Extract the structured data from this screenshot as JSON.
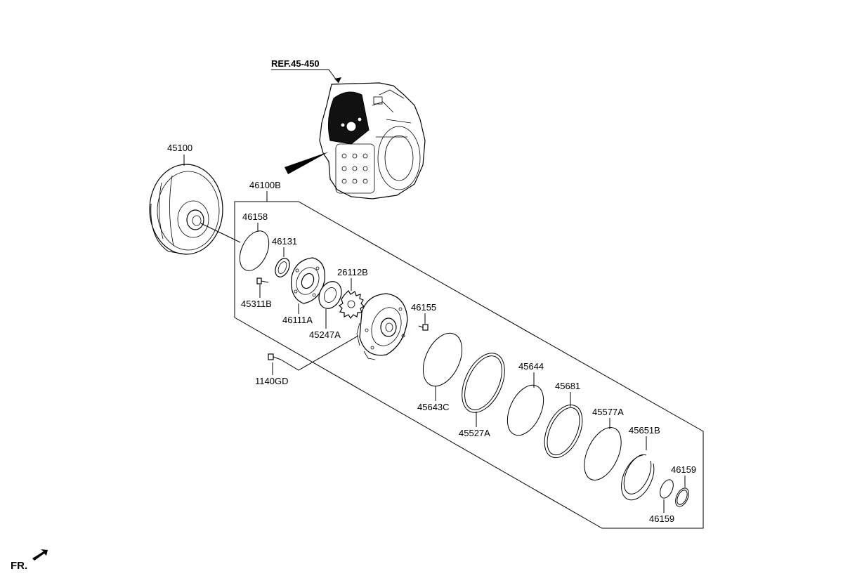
{
  "reference_label": "REF.45-450",
  "front_label": "FR.",
  "assembly_label": "46100B",
  "parts": {
    "p45100": "45100",
    "p46158": "46158",
    "p46131": "46131",
    "p26112B": "26112B",
    "p45311B": "45311B",
    "p46111A": "46111A",
    "p45247A": "45247A",
    "p46155": "46155",
    "p1140GD": "1140GD",
    "p45643C": "45643C",
    "p45527A": "45527A",
    "p45644": "45644",
    "p45681": "45681",
    "p45577A": "45577A",
    "p45651B": "45651B",
    "p46159a": "46159",
    "p46159b": "46159"
  }
}
